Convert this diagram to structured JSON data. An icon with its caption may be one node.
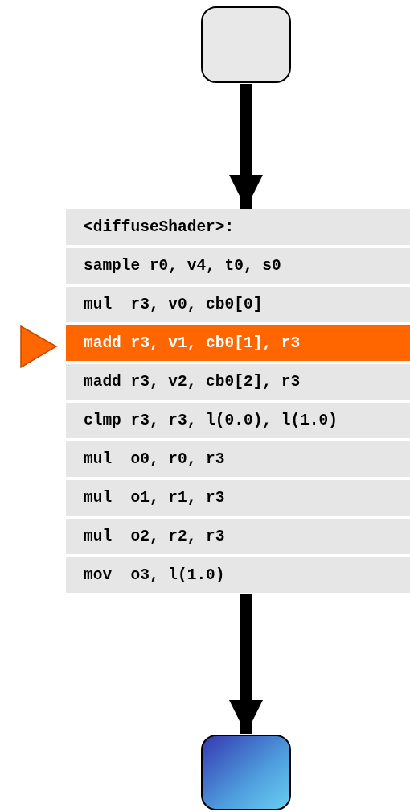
{
  "diagram": {
    "nodes": [
      {
        "text": [],
        "shape": "box"
      },
      {
        "text": [
          "<diffuseShader>:"
        ]
      },
      {
        "text": [
          "sample r0, v4, t0, s0"
        ]
      },
      {
        "text": [
          "mul  r3, v0, cb0[0]"
        ]
      },
      {
        "text": [
          "madd r3, v1, cb0[1], r3"
        ]
      },
      {
        "text": [
          "madd r3, v2, cb0[2], r3"
        ]
      },
      {
        "text": [
          "clmp r3, r3, l(0.0), l(1.0)"
        ]
      },
      {
        "text": [
          "mul  o0, r0, r3"
        ]
      },
      {
        "text": [
          "mul  o1, r1, r3"
        ]
      },
      {
        "text": [
          "mul  o2, r2, r3"
        ]
      },
      {
        "text": [
          "mov  o3, l(1.0)"
        ]
      },
      {
        "text": [],
        "shape": "box"
      }
    ],
    "edges": [
      {
        "from": 0,
        "to": 1,
        "arrow": "to"
      },
      {
        "from": 10,
        "to": 11,
        "arrow": "to"
      }
    ]
  }
}
